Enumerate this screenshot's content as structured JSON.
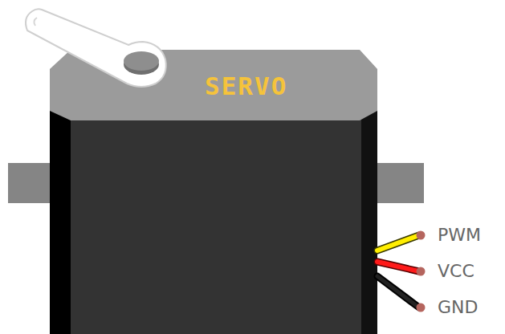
{
  "diagram": {
    "labels": [
      "SERVO",
      "PWM",
      "VCC",
      "GND"
    ]
  }
}
